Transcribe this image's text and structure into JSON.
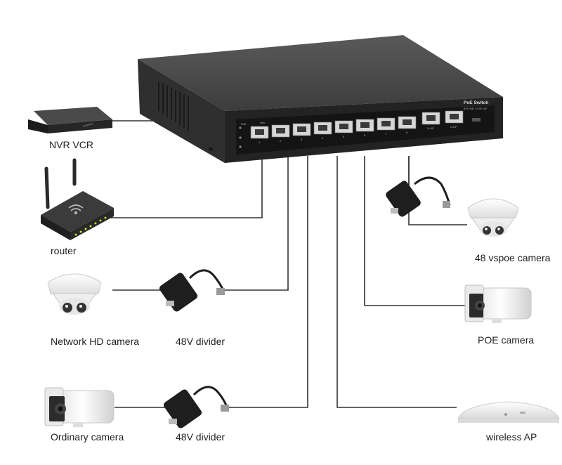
{
  "switch": {
    "brand_label": "PoE Switch",
    "spec_label": "8*2 PoE +2 FE UP",
    "poe_indicator": "PoE",
    "link_indicator": "Link",
    "port_numbers": [
      "1",
      "2",
      "3",
      "4",
      "5",
      "6",
      "7",
      "8"
    ],
    "uplink_labels": [
      "U-UP",
      "U-UP"
    ]
  },
  "devices": {
    "nvr": "NVR VCR",
    "router": "router",
    "network_hd_camera": "Network HD camera",
    "ordinary_camera": "Ordinary camera",
    "divider_1": "48V divider",
    "divider_2": "48V divider",
    "vspoe_camera": "48 vspoe camera",
    "poe_camera": "POE camera",
    "wireless_ap": "wireless AP"
  },
  "colors": {
    "wire": "#333333",
    "switch_body": "#3a3a3a",
    "switch_front": "#1e1e1e",
    "camera_white": "#f2f2f2"
  }
}
